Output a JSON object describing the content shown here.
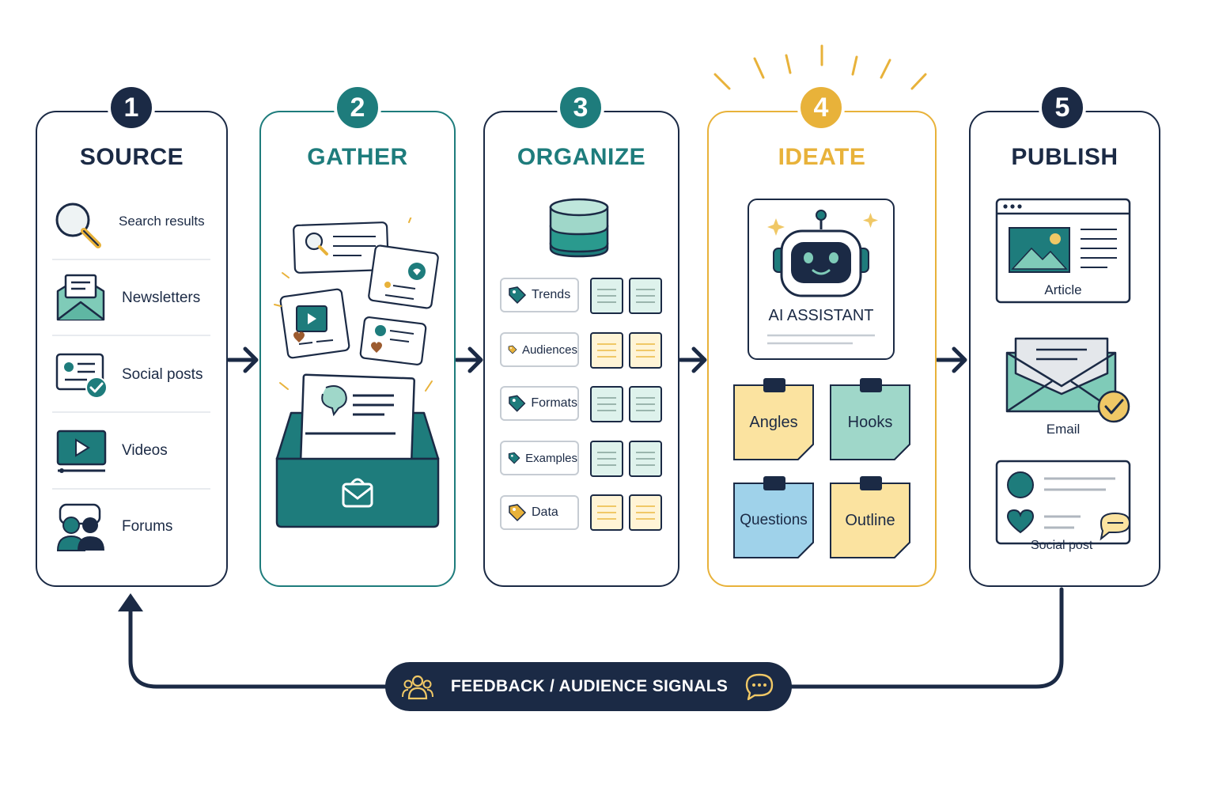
{
  "colors": {
    "navy": "#1b2a45",
    "teal": "#1e7c7c",
    "gold": "#e8b23a",
    "mint": "#7fcbb8",
    "yellow": "#fbe3a0",
    "blue": "#9fd2ea"
  },
  "steps": [
    {
      "number": "1",
      "title": "SOURCE",
      "items": [
        "Search results",
        "Newsletters",
        "Social posts",
        "Videos",
        "Forums"
      ],
      "icons": [
        "magnifier-icon",
        "envelope-icon",
        "social-post-icon",
        "video-icon",
        "forum-users-icon"
      ]
    },
    {
      "number": "2",
      "title": "GATHER",
      "icons": [
        "card-collage-icon",
        "inbox-tray-icon"
      ]
    },
    {
      "number": "3",
      "title": "ORGANIZE",
      "tags": [
        "Trends",
        "Audiences",
        "Formats",
        "Examples",
        "Data"
      ],
      "icons": [
        "database-icon",
        "tag-icon"
      ]
    },
    {
      "number": "4",
      "title": "IDEATE",
      "assistant_label": "AI ASSISTANT",
      "notes": [
        "Angles",
        "Hooks",
        "Questions",
        "Outline"
      ],
      "icons": [
        "robot-icon",
        "sticky-note-icon"
      ]
    },
    {
      "number": "5",
      "title": "PUBLISH",
      "outputs": [
        "Article",
        "Email",
        "Social post"
      ],
      "icons": [
        "browser-article-icon",
        "email-check-icon",
        "social-card-icon"
      ]
    }
  ],
  "feedback_label": "FEEDBACK / AUDIENCE SIGNALS"
}
